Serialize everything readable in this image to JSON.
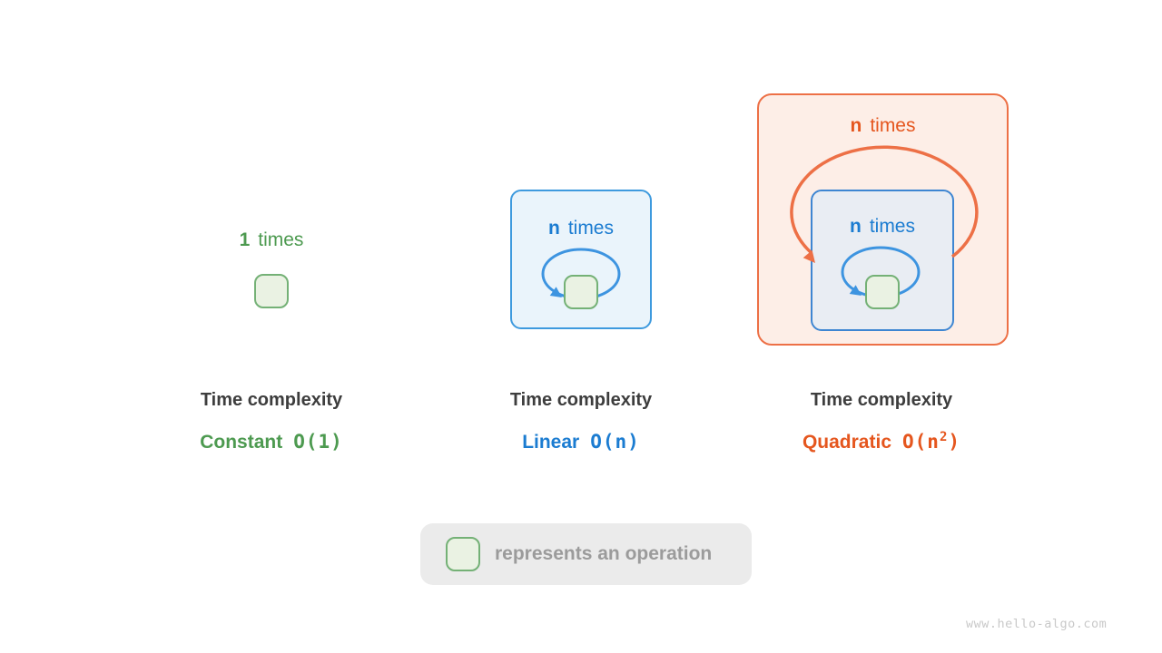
{
  "panels": [
    {
      "times_count": "1",
      "times_word": "times",
      "title": "Time complexity",
      "name": "Constant",
      "notation": "O(1)",
      "color": "#4d9a50"
    },
    {
      "times_count": "n",
      "times_word": "times",
      "title": "Time complexity",
      "name": "Linear",
      "notation": "O(n)",
      "color": "#1b7cd1"
    },
    {
      "outer_times_count": "n",
      "outer_times_word": "times",
      "inner_times_count": "n",
      "inner_times_word": "times",
      "title": "Time complexity",
      "name": "Quadratic",
      "notation_prefix": "O(n",
      "notation_sup": "2",
      "notation_suffix": ")",
      "color": "#e5561e"
    }
  ],
  "legend": {
    "label": "represents an operation"
  },
  "watermark": "www.hello-algo.com",
  "colors": {
    "green_text": "#4d9a50",
    "green_box_border": "#74b176",
    "green_box_fill": "#eaf2e3",
    "blue_text": "#1b7cd1",
    "blue_box_border": "#3e9ade",
    "blue_box_fill": "#eaf4fb",
    "inner_box_border": "#3e86d2",
    "inner_box_fill": "#e9edf3",
    "blue_arrow": "#3d94e0",
    "orange_text": "#e5561e",
    "orange_box_border": "#ed7046",
    "orange_box_fill": "#fdeee7",
    "title_text": "#3d3d3d",
    "legend_bg": "#ebebeb",
    "legend_text": "#9b9b9b",
    "watermark_text": "#c9c9c9",
    "background": "#ffffff"
  }
}
